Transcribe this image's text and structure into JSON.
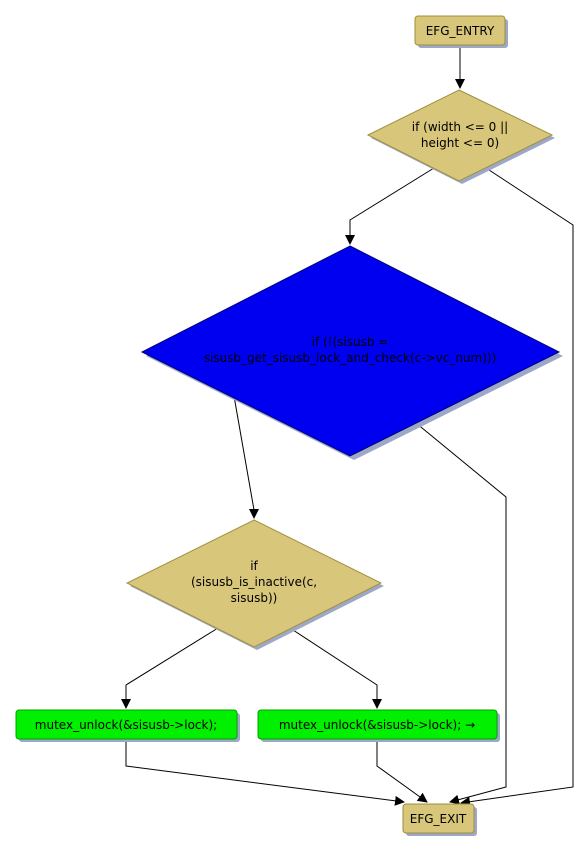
{
  "diagram": {
    "colors": {
      "decision": "#d8c67a",
      "decision_border": "#a08f3e",
      "highlight": "#0000f0",
      "highlight_border": "#00007a",
      "action": "#00f000",
      "action_border": "#00a000",
      "shadow": "#9da8c8",
      "edge": "#000000"
    },
    "nodes": {
      "entry": {
        "label": "EFG_ENTRY",
        "shape": "terminal"
      },
      "cond1": {
        "lines": [
          "if (width <= 0 ||",
          "height <= 0)"
        ],
        "shape": "decision"
      },
      "cond2": {
        "lines": [
          "if (!(sisusb =",
          "sisusb_get_sisusb_lock_and_check(c->vc_num)))"
        ],
        "shape": "decision-highlighted"
      },
      "cond3": {
        "lines": [
          "if",
          "(sisusb_is_inactive(c,",
          "sisusb))"
        ],
        "shape": "decision"
      },
      "act1": {
        "label": "mutex_unlock(&sisusb->lock);",
        "shape": "action"
      },
      "act2": {
        "label": "mutex_unlock(&sisusb->lock); →",
        "shape": "action"
      },
      "exit": {
        "label": "EFG_EXIT",
        "shape": "terminal"
      }
    },
    "edges": [
      {
        "from": "entry",
        "to": "cond1"
      },
      {
        "from": "cond1",
        "to": "cond2"
      },
      {
        "from": "cond1",
        "to": "exit"
      },
      {
        "from": "cond2",
        "to": "cond3"
      },
      {
        "from": "cond2",
        "to": "exit"
      },
      {
        "from": "cond3",
        "to": "act1"
      },
      {
        "from": "cond3",
        "to": "act2"
      },
      {
        "from": "act1",
        "to": "exit"
      },
      {
        "from": "act2",
        "to": "exit"
      }
    ]
  }
}
